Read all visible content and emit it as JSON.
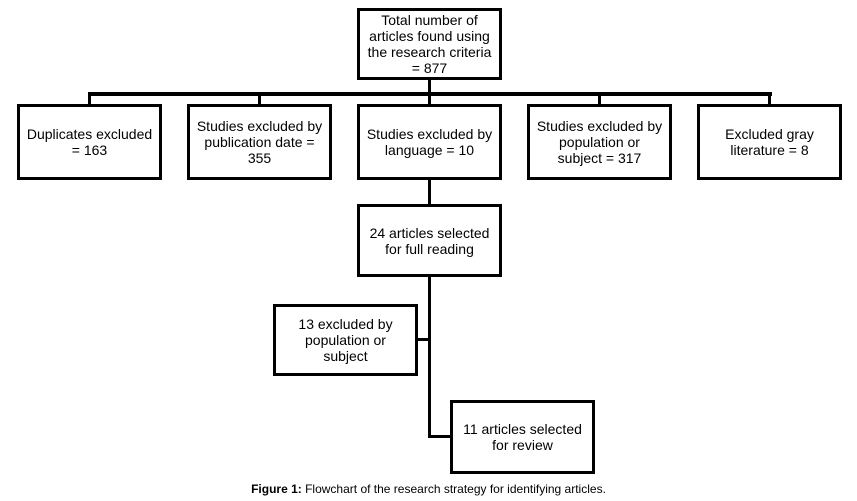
{
  "flowchart": {
    "root": "Total number of\narticles found using\nthe research criteria\n= 877",
    "exclusions": [
      "Duplicates excluded\n= 163",
      "Studies excluded by\npublication date =\n355",
      "Studies excluded by\nlanguage = 10",
      "Studies excluded by\npopulation or\nsubject =  317",
      "Excluded gray\nliterature = 8"
    ],
    "full_reading": "24 articles selected\nfor full reading",
    "excluded_subject": "13 excluded by\npopulation or\nsubject",
    "final": "11 articles selected\nfor review"
  },
  "caption": {
    "label": "Figure 1:",
    "text": " Flowchart of the research strategy for identifying articles."
  }
}
